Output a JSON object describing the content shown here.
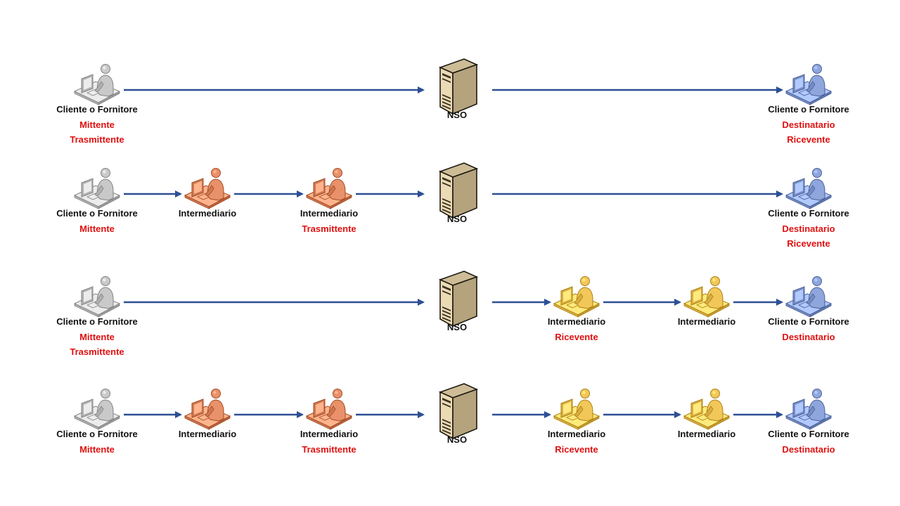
{
  "colors": {
    "arrow": "#2d4f94",
    "role": "#e01010",
    "name": "#111111",
    "mittente": "#c9c9c9",
    "intermediario_tx": "#e8916a",
    "intermediario_rx": "#f2c75a",
    "destinatario": "#8fa6dd",
    "nso": "#d7c6a0"
  },
  "icons": {
    "person": "person-at-computer-icon",
    "server": "server-icon"
  },
  "rows": [
    {
      "nodes": [
        {
          "kind": "person",
          "tone": "mittente",
          "name": "Cliente o Fornitore",
          "roles": [
            "Mittente",
            "Trasmittente"
          ]
        },
        {
          "kind": "server",
          "tone": "nso",
          "name": "NSO",
          "roles": []
        },
        {
          "kind": "person",
          "tone": "destinatario",
          "name": "Cliente o Fornitore",
          "roles": [
            "Destinatario",
            "Ricevente"
          ]
        }
      ]
    },
    {
      "nodes": [
        {
          "kind": "person",
          "tone": "mittente",
          "name": "Cliente o Fornitore",
          "roles": [
            "Mittente"
          ]
        },
        {
          "kind": "person",
          "tone": "intermediario_tx",
          "name": "Intermediario",
          "roles": []
        },
        {
          "kind": "person",
          "tone": "intermediario_tx",
          "name": "Intermediario",
          "roles": [
            "Trasmittente"
          ]
        },
        {
          "kind": "server",
          "tone": "nso",
          "name": "NSO",
          "roles": []
        },
        {
          "kind": "person",
          "tone": "destinatario",
          "name": "Cliente o Fornitore",
          "roles": [
            "Destinatario",
            "Ricevente"
          ]
        }
      ]
    },
    {
      "nodes": [
        {
          "kind": "person",
          "tone": "mittente",
          "name": "Cliente o Fornitore",
          "roles": [
            "Mittente",
            "Trasmittente"
          ]
        },
        {
          "kind": "server",
          "tone": "nso",
          "name": "NSO",
          "roles": []
        },
        {
          "kind": "person",
          "tone": "intermediario_rx",
          "name": "Intermediario",
          "roles": [
            "Ricevente"
          ]
        },
        {
          "kind": "person",
          "tone": "intermediario_rx",
          "name": "Intermediario",
          "roles": []
        },
        {
          "kind": "person",
          "tone": "destinatario",
          "name": "Cliente o Fornitore",
          "roles": [
            "Destinatario"
          ]
        }
      ]
    },
    {
      "nodes": [
        {
          "kind": "person",
          "tone": "mittente",
          "name": "Cliente o Fornitore",
          "roles": [
            "Mittente"
          ]
        },
        {
          "kind": "person",
          "tone": "intermediario_tx",
          "name": "Intermediario",
          "roles": []
        },
        {
          "kind": "person",
          "tone": "intermediario_tx",
          "name": "Intermediario",
          "roles": [
            "Trasmittente"
          ]
        },
        {
          "kind": "server",
          "tone": "nso",
          "name": "NSO",
          "roles": []
        },
        {
          "kind": "person",
          "tone": "intermediario_rx",
          "name": "Intermediario",
          "roles": [
            "Ricevente"
          ]
        },
        {
          "kind": "person",
          "tone": "intermediario_rx",
          "name": "Intermediario",
          "roles": []
        },
        {
          "kind": "person",
          "tone": "destinatario",
          "name": "Cliente o Fornitore",
          "roles": [
            "Destinatario"
          ]
        }
      ]
    }
  ]
}
